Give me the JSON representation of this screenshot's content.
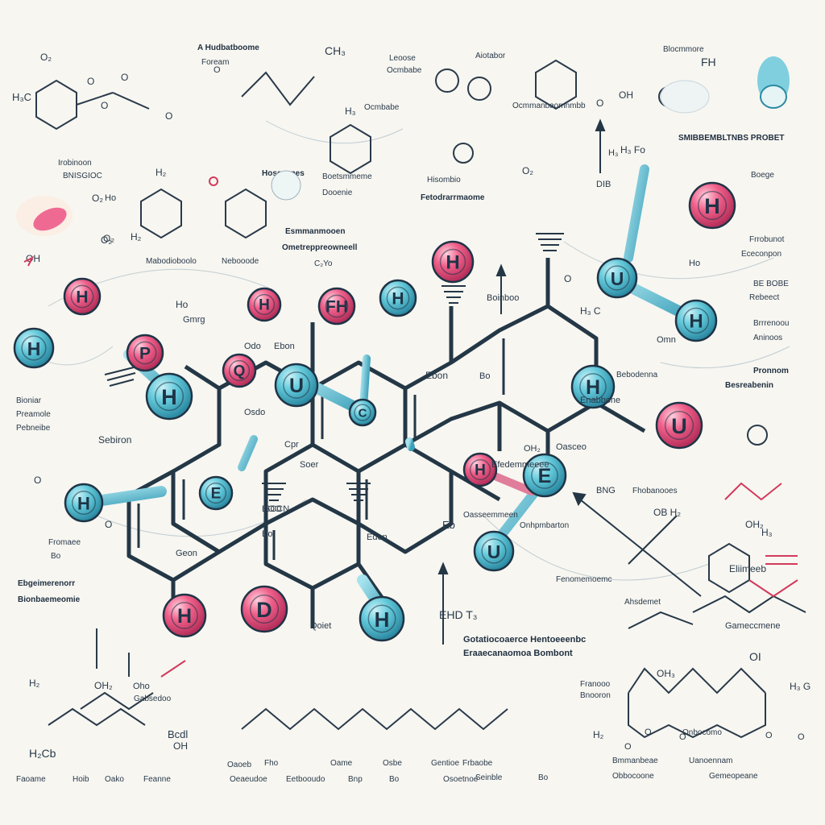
{
  "colors": {
    "background": "#f7f6f1",
    "bond": "#243746",
    "cyan_atom": "#5bc6d8",
    "pink_atom": "#ee5a86",
    "accent_red": "#d23a5c"
  },
  "atoms": [
    {
      "letter": "H",
      "kind": "cyan"
    },
    {
      "letter": "H",
      "kind": "pink"
    },
    {
      "letter": "P",
      "kind": "pink"
    },
    {
      "letter": "H",
      "kind": "cyan"
    },
    {
      "letter": "Q",
      "kind": "pink"
    },
    {
      "letter": "U",
      "kind": "cyan"
    },
    {
      "letter": "H",
      "kind": "pink"
    },
    {
      "letter": "FH",
      "kind": "pink"
    },
    {
      "letter": "H",
      "kind": "cyan"
    },
    {
      "letter": "H",
      "kind": "pink"
    },
    {
      "letter": "C",
      "kind": "cyan"
    },
    {
      "letter": "H",
      "kind": "pink"
    },
    {
      "letter": "U",
      "kind": "cyan"
    },
    {
      "letter": "H",
      "kind": "cyan"
    },
    {
      "letter": "U",
      "kind": "pink"
    },
    {
      "letter": "H",
      "kind": "cyan"
    },
    {
      "letter": "E",
      "kind": "cyan"
    },
    {
      "letter": "E",
      "kind": "cyan"
    },
    {
      "letter": "H",
      "kind": "pink"
    },
    {
      "letter": "U",
      "kind": "cyan"
    },
    {
      "letter": "H",
      "kind": "pink"
    },
    {
      "letter": "D",
      "kind": "pink"
    },
    {
      "letter": "H",
      "kind": "cyan"
    },
    {
      "letter": "H",
      "kind": "cyan"
    }
  ],
  "labels": {
    "l1": "O₂",
    "l2": "H₃C",
    "l3": "O",
    "l4": "O",
    "l5": "O",
    "l6": "O",
    "l7": "A Hudbatboome",
    "l8": "Foream",
    "l9": "O",
    "l10": "CH₃",
    "l11": "Leoose",
    "l12": "Ocmbabe",
    "l13": "Aiotabor",
    "l14": "Ocmmanbaomnmbb",
    "l15": "O",
    "l16": "Blocmmore",
    "l17": "FH",
    "l18": "OH",
    "l19": "SMIBBEMBLTNBS PROBET",
    "l20": "Irobinoon",
    "l21": "BNISGIOC",
    "l22": "H₂",
    "l23": "Ho",
    "l24": "Hosessnes",
    "l25": "O₂",
    "l26": "H₂",
    "l27": "H₃",
    "l28": "Ocmbabe",
    "l29": "Boetsmmeme",
    "l30": "Dooenie",
    "l31": "Hisombio",
    "l32": "Fetodrarrmaome",
    "l33": "O₂",
    "l34": "DIB",
    "l35": "Boege",
    "l36": "H₃ Fo",
    "l37": "O₂",
    "l38": "O₂",
    "l39": "OH",
    "l40": "Mabodioboolo",
    "l41": "Nebooode",
    "l42": "Esmmanmooen",
    "l43": "Ometreppreowneell",
    "l44": "C₂Yo",
    "l45": "Frrobunot",
    "l46": "Ececonpon",
    "l47": "BE BOBE",
    "l48": "Rebeect",
    "l49": "Brrrenoou",
    "l50": "Aninoos",
    "l51": "Ho",
    "l52": "Pronnom",
    "l53": "Besreabenin",
    "l54": "Omn",
    "l55": "Ho",
    "l56": "Gmrg",
    "l57": "Odo",
    "l58": "Ebon",
    "l59": "Osdo",
    "l60": "Cpr",
    "l61": "BOO",
    "l62": "Ebon",
    "l63": "Bo",
    "l64": "Bioniar",
    "l65": "Preamole",
    "l66": "Pebneibe",
    "l67": "Sebiron",
    "l68": "Fromaee",
    "l69": "Bo",
    "l70": "Ebgeimerenorr",
    "l71": "Bionbaemeomie",
    "l72": "O",
    "l73": "Geon",
    "l74": "O",
    "l75": "Bo",
    "l76": "Soer",
    "l77": "SCCN",
    "l78": "Edon",
    "l79": "Qoiet",
    "l80": "Boinboo",
    "l81": "Enabbone",
    "l82": "Bebodenna",
    "l83": "Fenomemoemc",
    "l84": "Ahsdemet",
    "l85": "Onhpmbarton",
    "l86": "OB H₂",
    "l87": "BNG",
    "l88": "Fhobanooes",
    "l89": "EHD T₃",
    "l90": "Oasseemmeen",
    "l91": "Gotatiocoaerce Hentoeeenbc",
    "l92": "Eraaecanaomoa Bombont",
    "l93": "Efedemmeeee",
    "l94": "Oasceo",
    "l95": "Eb",
    "l96": "O",
    "l97": "H₃ C",
    "l98": "H₃",
    "l99": "OH₂",
    "l100": "Eliimeeb",
    "l101": "Gameccmene",
    "l102": "OH₃",
    "l103": "H₃ G",
    "l104": "H₂",
    "l105": "OH",
    "l106": "H₂Cb",
    "l107": "Bcdl",
    "l108": "Faoame",
    "l109": "Hoib",
    "l110": "Oako",
    "l111": "Feanne",
    "l112": "Oaoeb",
    "l113": "Fho",
    "l114": "Oeaeudoe",
    "l115": "Eetbooudo",
    "l116": "Oame",
    "l117": "Bnp",
    "l118": "Osbe",
    "l119": "Bo",
    "l120": "Gentioe",
    "l121": "Osoetnoe",
    "l122": "Frbaobe",
    "l123": "Seinble",
    "l124": "Bo",
    "l125": "Gabsedoo",
    "l126": "OH₂",
    "l127": "Oho",
    "l128": "Franooo",
    "l129": "Bnooron",
    "l130": "O",
    "l131": "O",
    "l132": "O",
    "l133": "H₂",
    "l134": "O",
    "l135": "Onbocomo",
    "l136": "O",
    "l137": "Bmmanbeae",
    "l138": "Uanoennam",
    "l139": "Obbocoone",
    "l140": "Gemeopeane",
    "l141": "OH₂",
    "l142": "OI",
    "l143": "H₃"
  }
}
